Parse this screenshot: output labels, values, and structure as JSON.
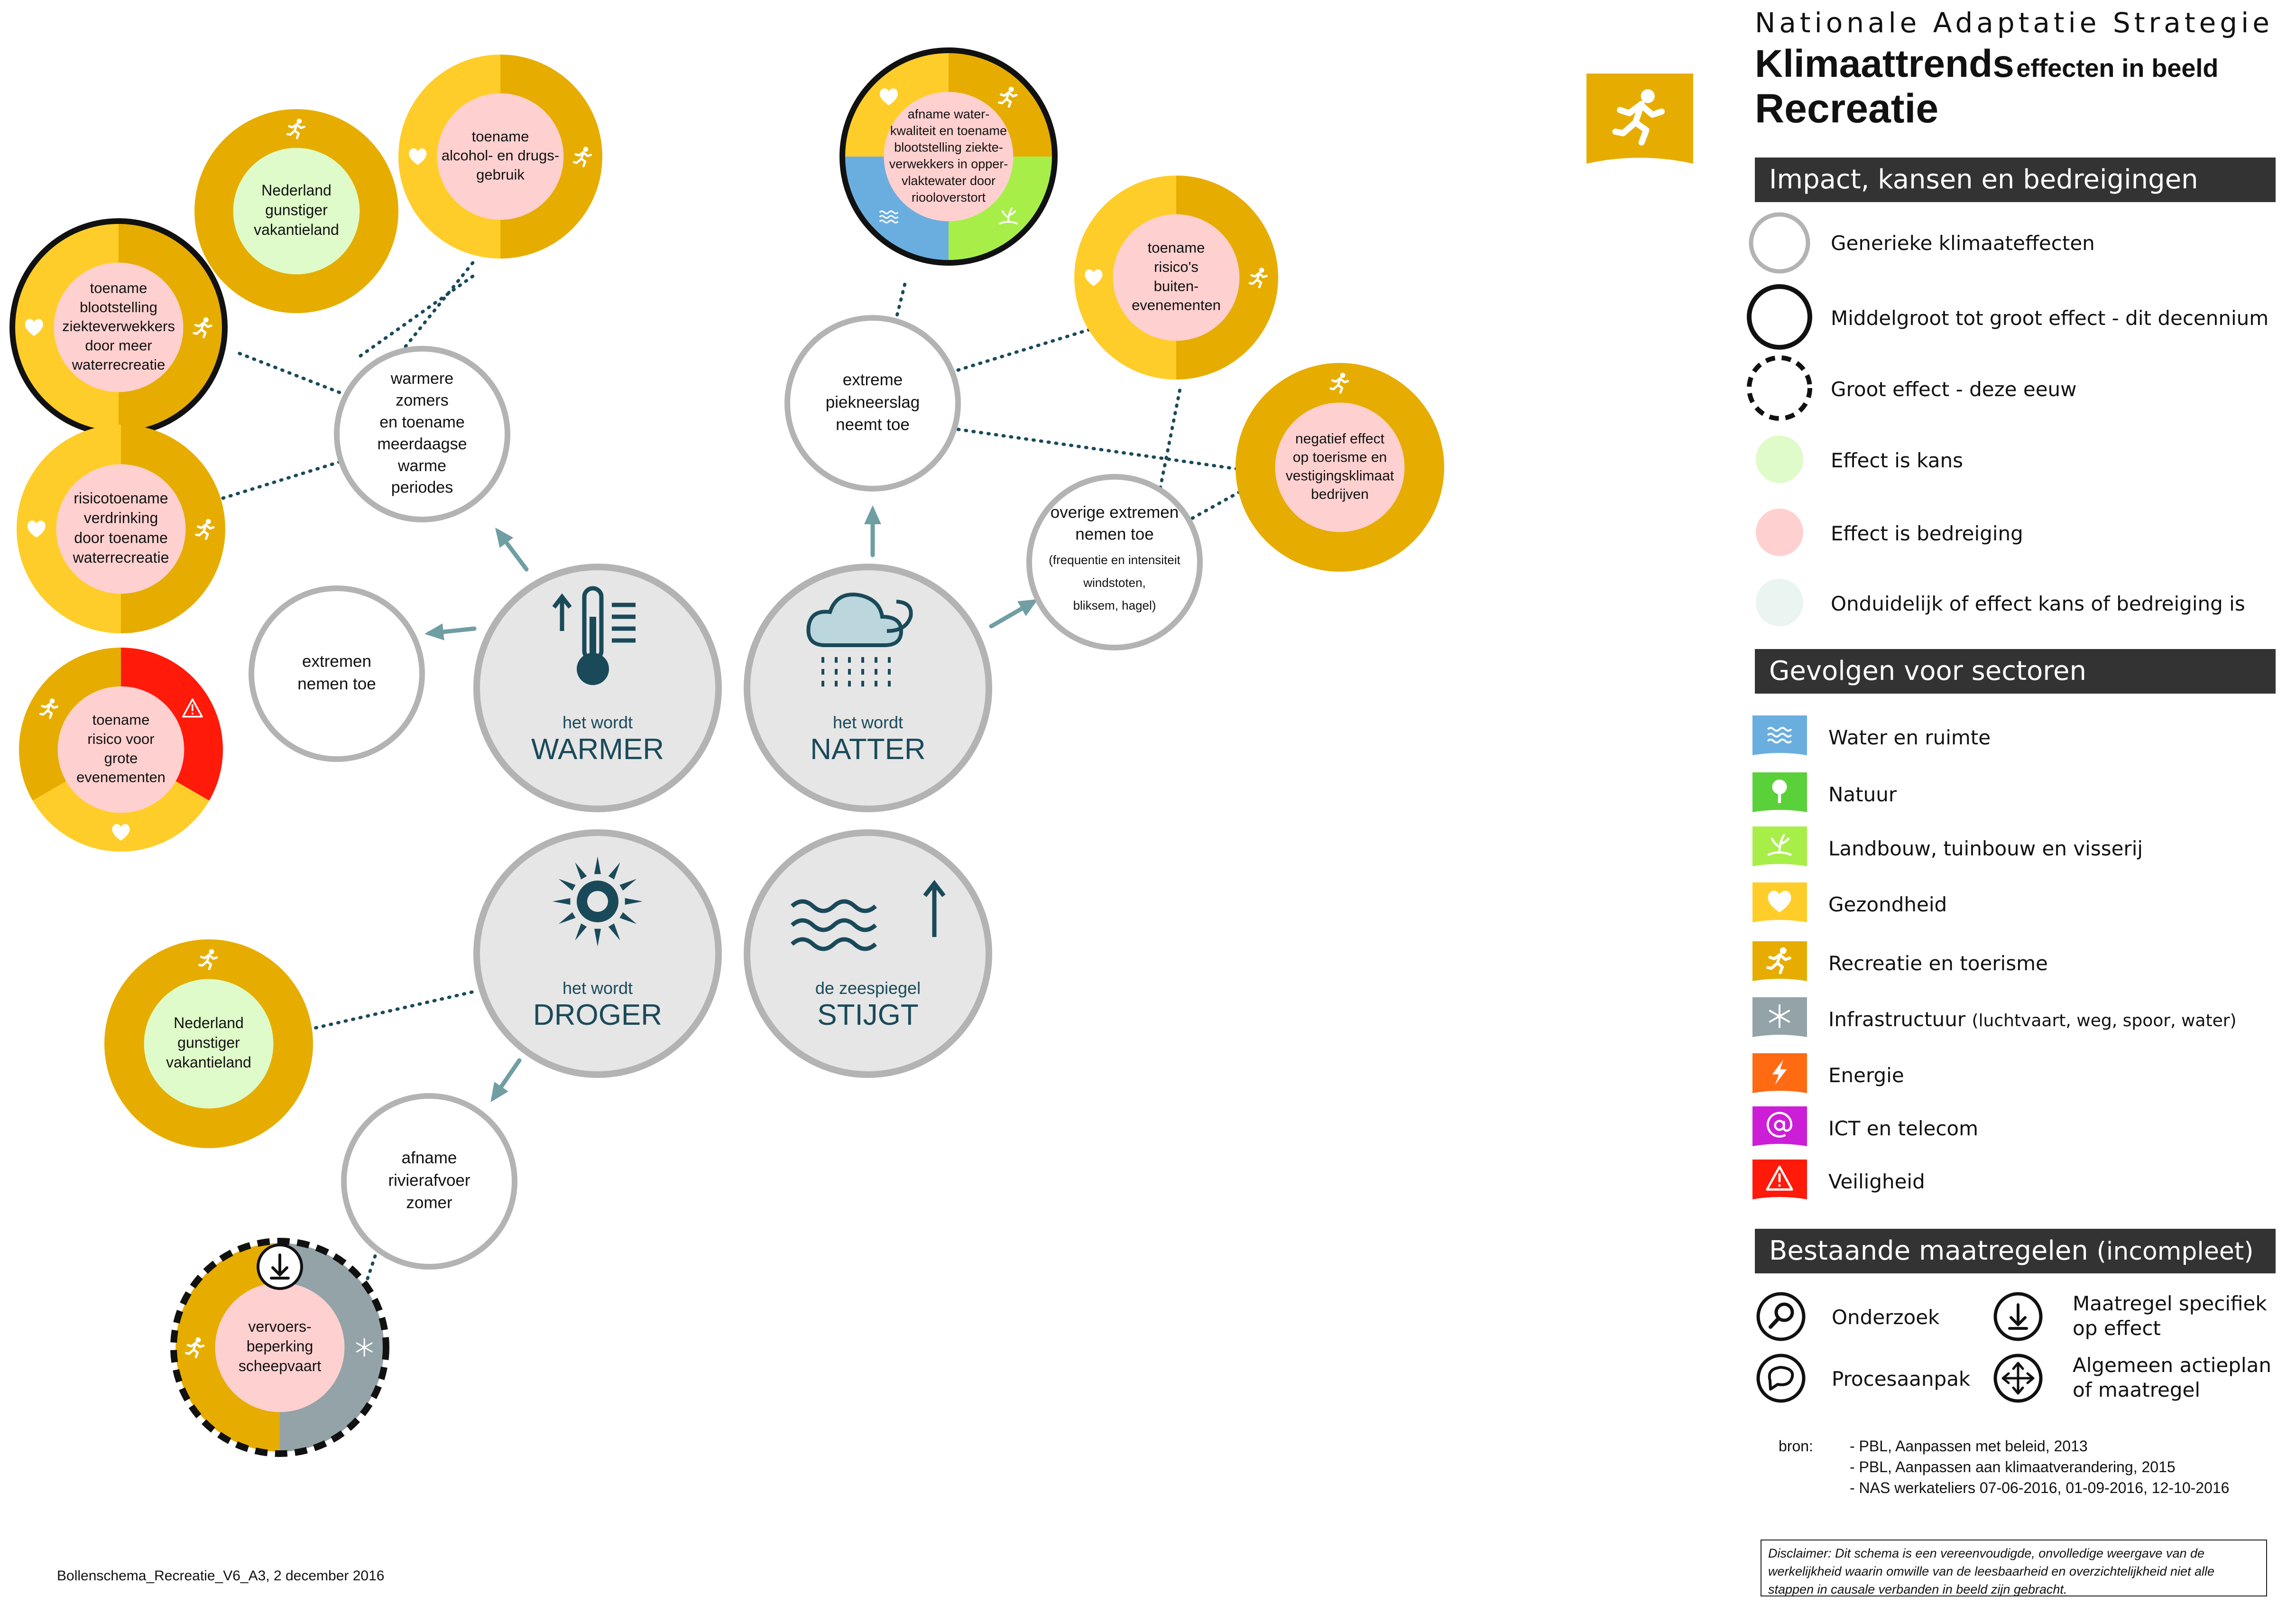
{
  "header": {
    "subtitle": "Nationale Adaptatie Strategie",
    "title_main": "Klimaattrends",
    "title_suffix": "effecten in beeld",
    "sector": "Recreatie"
  },
  "colors": {
    "recreatie": "#E6AD00",
    "gezondheid": "#FFCD29",
    "water": "#6AAEDF",
    "natuur": "#5AD13A",
    "landbouw": "#A8EE49",
    "infrastructuur": "#93A3A8",
    "energie": "#FF6A13",
    "ict": "#CC1ED6",
    "veiligheid": "#FF1A0A",
    "kans": "#DEFBC9",
    "bedreiging": "#FFD0D0",
    "onduidelijk": "#EAF4F1",
    "trend_fill": "#E6E6E6",
    "trend_border": "#B3B3B3",
    "trend_text": "#1A4A5A",
    "arrow": "#6F9EA3"
  },
  "trends": {
    "warmer": {
      "pre": "het wordt",
      "word": "WARMER"
    },
    "natter": {
      "pre": "het wordt",
      "word": "NATTER"
    },
    "droger": {
      "pre": "het wordt",
      "word": "DROGER"
    },
    "stijgt": {
      "pre": "de zeespiegel",
      "word": "STIJGT"
    }
  },
  "generic_effects": {
    "warm_periods": [
      "warmere",
      "zomers",
      "en toename",
      "meerdaagse",
      "warme",
      "periodes"
    ],
    "extremes": [
      "extremen",
      "nemen toe"
    ],
    "piekneerslag": [
      "extreme",
      "piekneerslag",
      "neemt toe"
    ],
    "overige": [
      "overige extremen",
      "nemen toe"
    ],
    "overige_detail": [
      "(frequentie en intensiteit",
      "windstoten,",
      "bliksem, hagel)"
    ],
    "rivierafvoer": [
      "afname",
      "rivierafvoer",
      "zomer"
    ]
  },
  "impacts": {
    "vakantieland_top": {
      "lines": [
        "Nederland",
        "gunstiger",
        "vakantieland"
      ],
      "type": "kans",
      "sectors": [
        "recreatie"
      ]
    },
    "alcohol": {
      "lines": [
        "toename",
        "alcohol- en drugs-",
        "gebruik"
      ],
      "type": "bedreiging",
      "sectors": [
        "gezondheid",
        "recreatie"
      ]
    },
    "ziekteverwekkers": {
      "lines": [
        "toename",
        "blootstelling",
        "ziekteverwekkers",
        "door meer",
        "waterrecreatie"
      ],
      "type": "bedreiging",
      "sectors": [
        "gezondheid",
        "recreatie"
      ]
    },
    "verdrinking": {
      "lines": [
        "risicotoename",
        "verdrinking",
        "door toename",
        "waterrecreatie"
      ],
      "type": "bedreiging",
      "sectors": [
        "gezondheid",
        "recreatie"
      ]
    },
    "evenementen_groot": {
      "lines": [
        "toename",
        "risico voor",
        "grote",
        "evenementen"
      ],
      "type": "bedreiging",
      "sectors": [
        "recreatie",
        "veiligheid",
        "gezondheid"
      ]
    },
    "waterkwaliteit": {
      "lines": [
        "afname water-",
        "kwaliteit en toename",
        "blootstelling ziekte-",
        "verwekkers in opper-",
        "vlaktewater door",
        "riooloverstort"
      ],
      "type": "bedreiging",
      "sectors": [
        "gezondheid",
        "recreatie",
        "water",
        "landbouw"
      ]
    },
    "buitenevenementen": {
      "lines": [
        "toename",
        "risico's",
        "buiten-",
        "evenementen"
      ],
      "type": "bedreiging",
      "sectors": [
        "gezondheid",
        "recreatie"
      ]
    },
    "vestigingsklimaat": {
      "lines": [
        "negatief effect",
        "op toerisme en",
        "vestigingsklimaat",
        "bedrijven"
      ],
      "type": "bedreiging",
      "sectors": [
        "recreatie"
      ]
    },
    "vakantieland_bottom": {
      "lines": [
        "Nederland",
        "gunstiger",
        "vakantieland"
      ],
      "type": "kans",
      "sectors": [
        "recreatie"
      ]
    },
    "scheepvaart": {
      "lines": [
        "vervoers-",
        "beperking",
        "scheepvaart"
      ],
      "type": "bedreiging",
      "sectors": [
        "recreatie",
        "infrastructuur"
      ]
    }
  },
  "legend": {
    "impact_title": "Impact, kansen en bedreigingen",
    "impact_items": [
      "Generieke klimaateffecten",
      "Middelgroot tot groot effect - dit decennium",
      "Groot effect - deze eeuw",
      "Effect is kans",
      "Effect is bedreiging",
      "Onduidelijk of effect kans of bedreiging is"
    ],
    "sector_title": "Gevolgen voor sectoren",
    "sectors": [
      {
        "label": "Water en ruimte",
        "icon": "water-icon"
      },
      {
        "label": "Natuur",
        "icon": "tree-icon"
      },
      {
        "label": "Landbouw, tuinbouw en visserij",
        "icon": "plant-icon"
      },
      {
        "label": "Gezondheid",
        "icon": "heart-icon"
      },
      {
        "label": "Recreatie en toerisme",
        "icon": "runner-icon"
      },
      {
        "label": "Infrastructuur",
        "label_suffix": "(luchtvaart, weg, spoor, water)",
        "icon": "infra-icon"
      },
      {
        "label": "Energie",
        "icon": "lightning-icon"
      },
      {
        "label": "ICT en telecom",
        "icon": "at-icon"
      },
      {
        "label": "Veiligheid",
        "icon": "warning-icon"
      }
    ],
    "measures_title": "Bestaande maatregelen",
    "measures_suffix": "(incompleet)",
    "measures": [
      {
        "label": "Onderzoek",
        "icon": "magnifier-icon"
      },
      {
        "label": "Procesaanpak",
        "icon": "speech-bubble-icon"
      },
      {
        "label_lines": [
          "Maatregel specifiek",
          "op effect"
        ],
        "icon": "down-arrow-icon"
      },
      {
        "label_lines": [
          "Algemeen actieplan",
          "of maatregel"
        ],
        "icon": "move-arrows-icon"
      }
    ]
  },
  "sources": {
    "label": "bron:",
    "items": [
      "- PBL, Aanpassen met beleid, 2013",
      "- PBL, Aanpassen aan klimaatverandering, 2015",
      "- NAS werkateliers 07-06-2016, 01-09-2016, 12-10-2016"
    ]
  },
  "disclaimer": "Disclaimer: Dit schema  is  een vereenvoudigde, onvolledige weergave van de werkelijkheid waarin omwille van de leesbaarheid en overzichtelijkheid niet alle stappen in causale verbanden in beeld zijn gebracht.",
  "footer": "Bollenschema_Recreatie_V6_A3, 2 december 2016"
}
